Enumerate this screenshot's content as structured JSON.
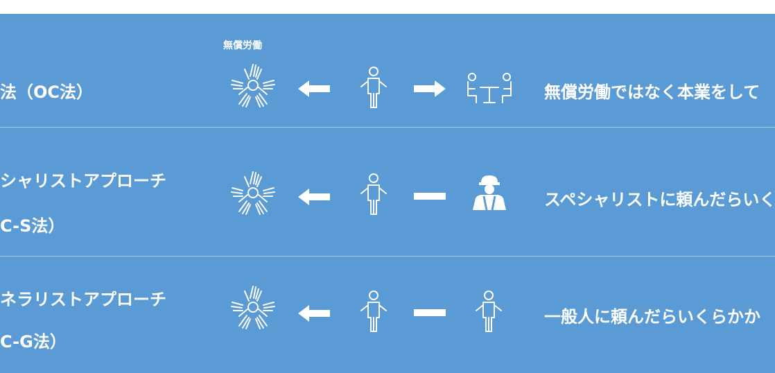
{
  "header_label": "無償労働",
  "rows": [
    {
      "method_lines": [
        "法（OC法）"
      ],
      "description": "無償労働ではなく本業をして",
      "icons": [
        "hands-circle-icon",
        "arrow-left-icon",
        "person-icon",
        "arrow-right-icon",
        "meeting-people-icon"
      ]
    },
    {
      "method_lines": [
        "シャリストアプローチ",
        "C-S法）"
      ],
      "description": "スペシャリストに頼んだらいく",
      "icons": [
        "hands-circle-icon",
        "arrow-left-icon",
        "person-icon",
        "dash-icon",
        "worker-helmet-icon"
      ]
    },
    {
      "method_lines": [
        "ネラリストアプローチ",
        "C-G法）"
      ],
      "description": "一般人に頼んだらいくらかか",
      "icons": [
        "hands-circle-icon",
        "arrow-left-icon",
        "person-icon",
        "dash-icon",
        "person-icon"
      ]
    }
  ],
  "colors": {
    "panel": "#5b9bd5",
    "divider": "#a8c9e8",
    "text": "#ffffff"
  }
}
